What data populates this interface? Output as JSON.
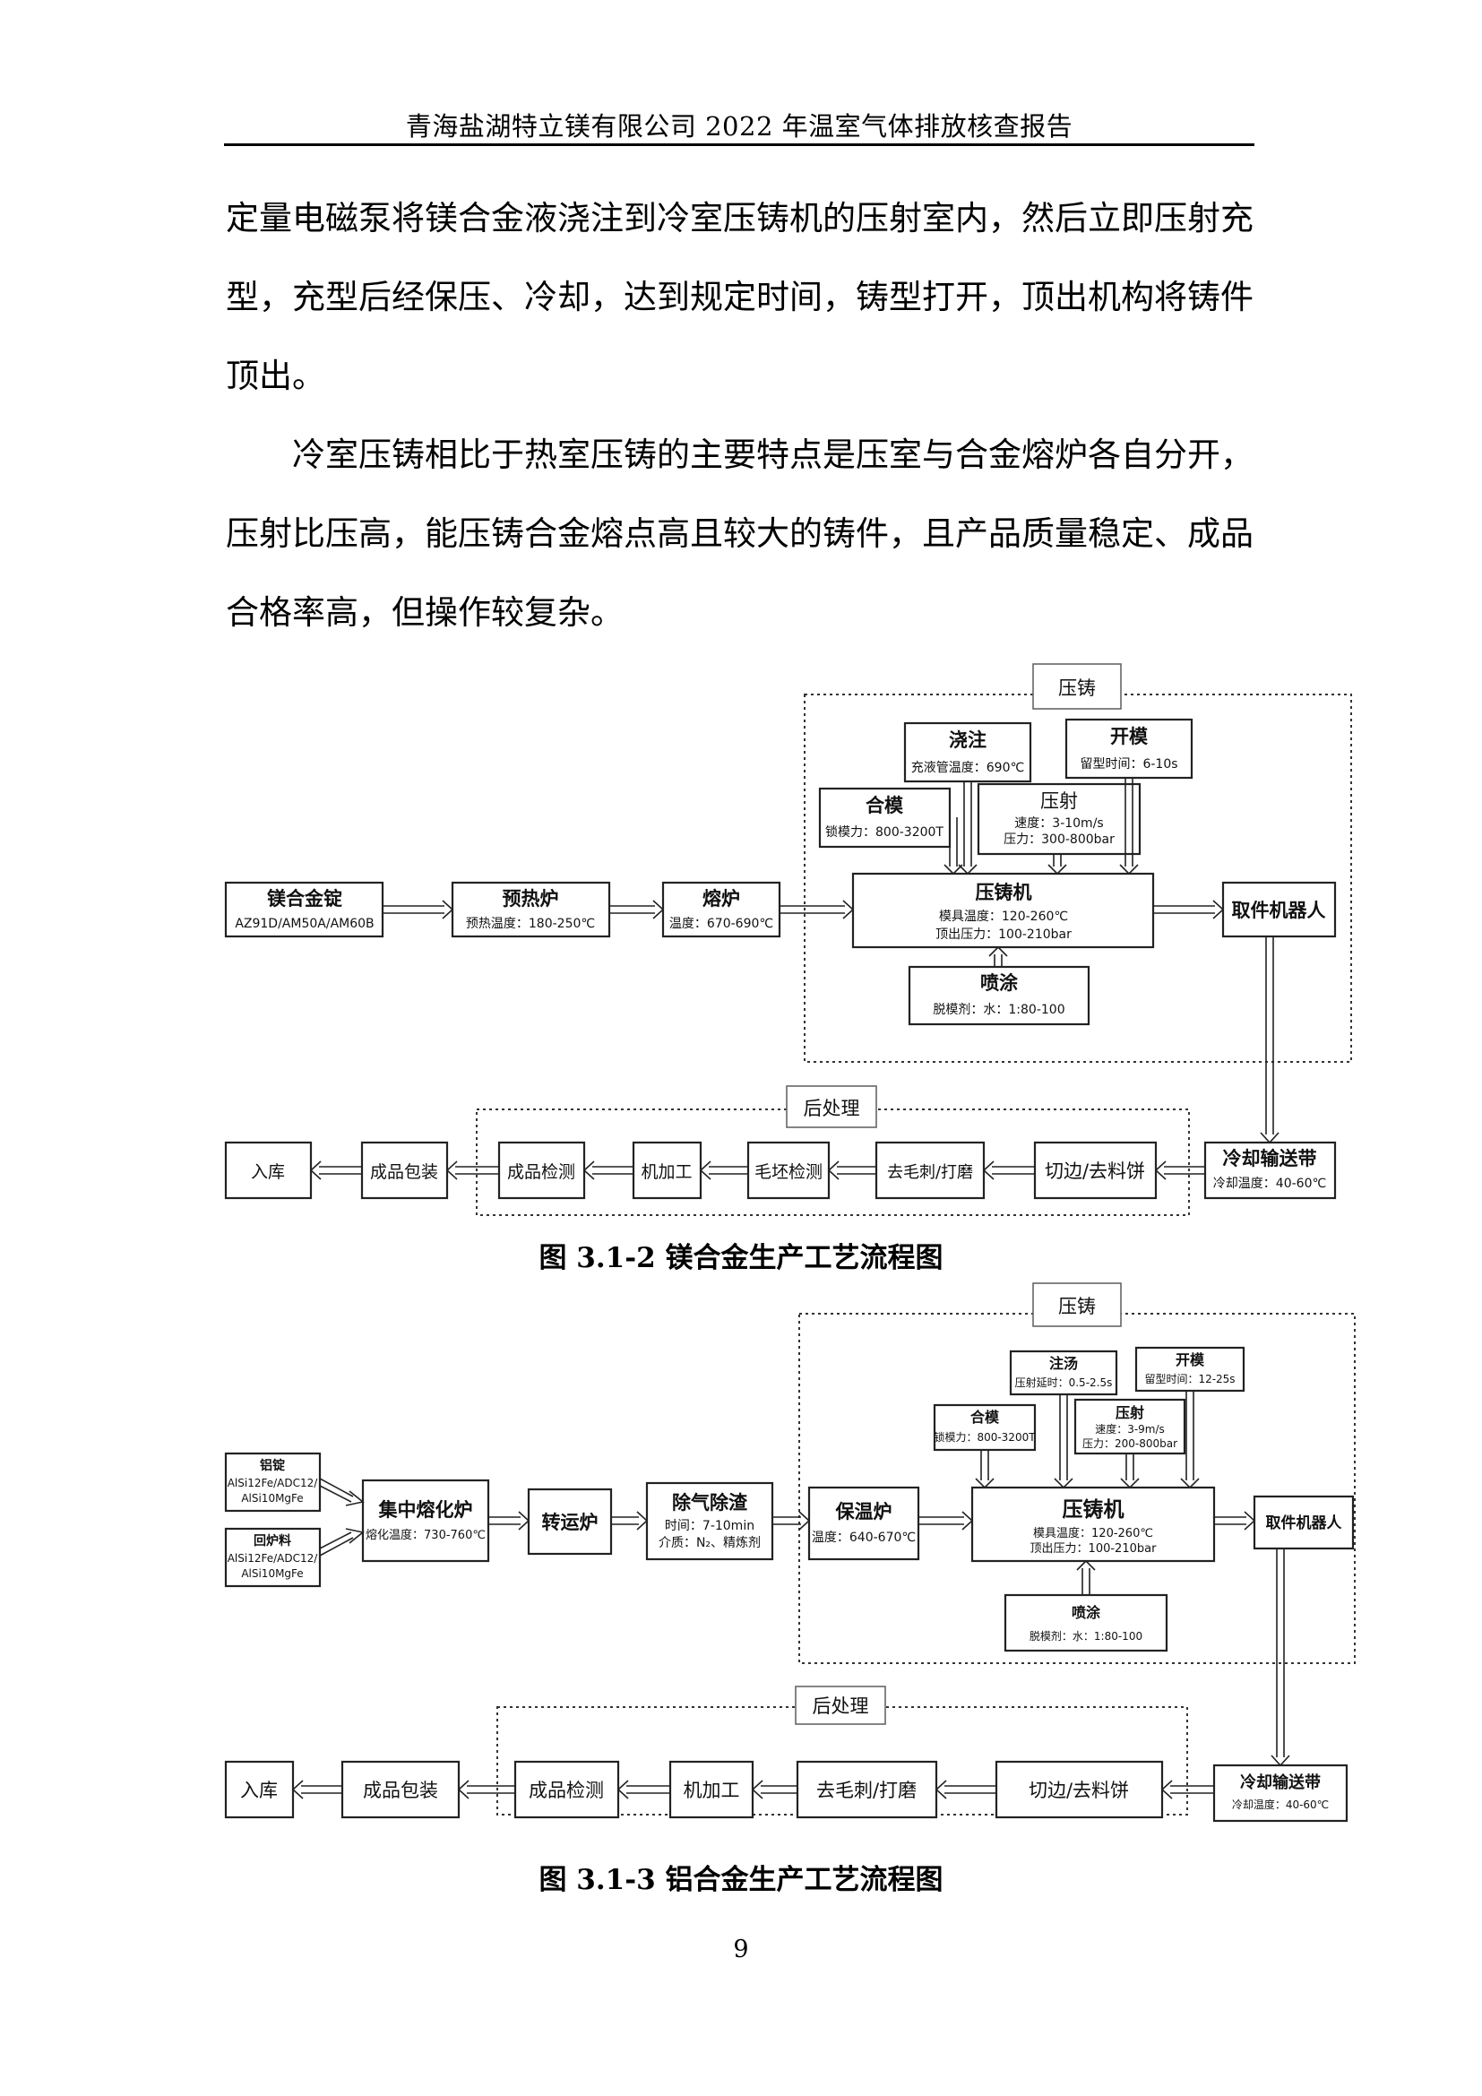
{
  "header": {
    "title": "青海盐湖特立镁有限公司 2022 年温室气体排放核查报告"
  },
  "paragraphs": [
    "定量电磁泵将镁合金液浇注到冷室压铸机的压射室内，然后立即压射充型，充型后经保压、冷却，达到规定时间，铸型打开，顶出机构将铸件顶出。",
    "冷室压铸相比于热室压铸的主要特点是压室与合金熔炉各自分开，压射比压高，能压铸合金熔点高且较大的铸件，且产品质量稳定、成品合格率高，但操作较复杂。"
  ],
  "figure1": {
    "caption": "图 3.1-2  镁合金生产工艺流程图",
    "group_die_casting": "压铸",
    "group_post": "后处理",
    "ingot": {
      "title": "镁合金锭",
      "sub": "AZ91D/AM50A/AM60B"
    },
    "preheat": {
      "title": "预热炉",
      "sub": "预热温度：180-250℃"
    },
    "melt": {
      "title": "熔炉",
      "sub": "温度：670-690℃"
    },
    "pour": {
      "title": "浇注",
      "sub": "充液管温度：690℃"
    },
    "open": {
      "title": "开模",
      "sub": "留型时间：6-10s"
    },
    "clamp": {
      "title": "合模",
      "sub": "锁模力：800-3200T"
    },
    "inject": {
      "title": "压射",
      "sub1": "速度：3-10m/s",
      "sub2": "压力：300-800bar"
    },
    "machine": {
      "title": "压铸机",
      "sub1": "模具温度：120-260℃",
      "sub2": "顶出压力：100-210bar"
    },
    "spray": {
      "title": "喷涂",
      "sub": "脱模剂：水：1:80-100"
    },
    "robot": {
      "title": "取件机器人"
    },
    "conveyor": {
      "title": "冷却输送带",
      "sub": "冷却温度：40-60℃"
    },
    "trim": {
      "title": "切边/去料饼"
    },
    "deburr": {
      "title": "去毛刺/打磨"
    },
    "blank_inspect": {
      "title": "毛坯检测"
    },
    "machining": {
      "title": "机加工"
    },
    "product_inspect": {
      "title": "成品检测"
    },
    "packing": {
      "title": "成品包装"
    },
    "store": {
      "title": "入库"
    }
  },
  "figure2": {
    "caption": "图 3.1-3  铝合金生产工艺流程图",
    "group_die_casting": "压铸",
    "group_post": "后处理",
    "ingot": {
      "title": "铝锭",
      "sub1": "AlSi12Fe/ADC12/",
      "sub2": "AlSi10MgFe"
    },
    "scrap": {
      "title": "回炉料",
      "sub1": "AlSi12Fe/ADC12/",
      "sub2": "AlSi10MgFe"
    },
    "central_melt": {
      "title": "集中熔化炉",
      "sub": "熔化温度：730-760℃"
    },
    "transfer": {
      "title": "转运炉"
    },
    "degas": {
      "title": "除气除渣",
      "sub1": "时间：7-10min",
      "sub2": "介质：N₂、精炼剂"
    },
    "hold": {
      "title": "保温炉",
      "sub": "温度：640-670℃"
    },
    "pour": {
      "title": "注汤",
      "sub": "压射延时：0.5-2.5s"
    },
    "open": {
      "title": "开模",
      "sub": "留型时间：12-25s"
    },
    "clamp": {
      "title": "合模",
      "sub": "锁模力：800-3200T"
    },
    "inject": {
      "title": "压射",
      "sub1": "速度：3-9m/s",
      "sub2": "压力：200-800bar"
    },
    "machine": {
      "title": "压铸机",
      "sub1": "模具温度：120-260℃",
      "sub2": "顶出压力：100-210bar"
    },
    "spray": {
      "title": "喷涂",
      "sub": "脱模剂：水：1:80-100"
    },
    "robot": {
      "title": "取件机器人"
    },
    "conveyor": {
      "title": "冷却输送带",
      "sub": "冷却温度：40-60℃"
    },
    "trim": {
      "title": "切边/去料饼"
    },
    "deburr": {
      "title": "去毛刺/打磨"
    },
    "machining": {
      "title": "机加工"
    },
    "product_inspect": {
      "title": "成品检测"
    },
    "packing": {
      "title": "成品包装"
    },
    "store": {
      "title": "入库"
    }
  },
  "page_number": "9"
}
